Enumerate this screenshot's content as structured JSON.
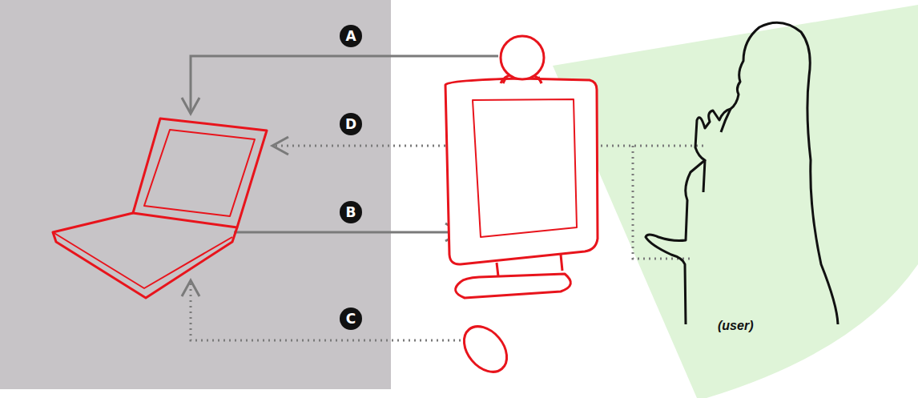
{
  "diagram": {
    "labels": [
      "A",
      "D",
      "B",
      "C",
      "(user)"
    ]
  }
}
